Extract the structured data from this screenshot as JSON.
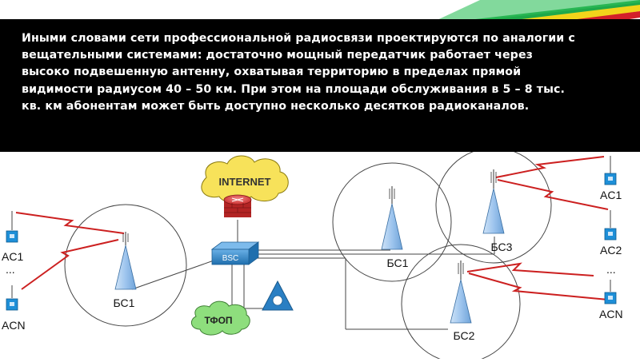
{
  "slide": {
    "text": "Иными словами сети профессиональной радиосвязи проектируются по аналогии с вещательными системами: достаточно мощный передатчик работает через высоко подвешенную антенну, охватывая территорию в пределах прямой видимости радиусом 40 – 50 км. При этом на площади обслуживания в 5 – 8 тыс. кв. км абонентам может быть доступно несколько десятков радиоканалов."
  },
  "colors": {
    "header_bg": "#000000",
    "stripe_green": "#1fa94a",
    "stripe_yellow": "#f2d41b",
    "stripe_red": "#d3202a",
    "cloud_fill": "#f7e25a",
    "tower_fill": "#9ec5ee",
    "bsc_fill": "#3a8cc9",
    "terminal_fill": "#1e8fd8",
    "tfop_fill": "#8ede7d",
    "radio_link": "#cc2020"
  },
  "diagram": {
    "internet": "INTERNET",
    "bsc": "BSC",
    "tfop": "ТФОП",
    "left_station": {
      "label": "БС1",
      "terminal_top": "AC1",
      "terminal_bottom": "ACN",
      "dots": "..."
    },
    "right_stations": {
      "bs1": "БС1",
      "bs2": "БС2",
      "bs3": "БС3"
    },
    "right_terminals": {
      "ac1": "AC1",
      "ac2": "AC2",
      "dots": "...",
      "acn": "ACN"
    }
  }
}
